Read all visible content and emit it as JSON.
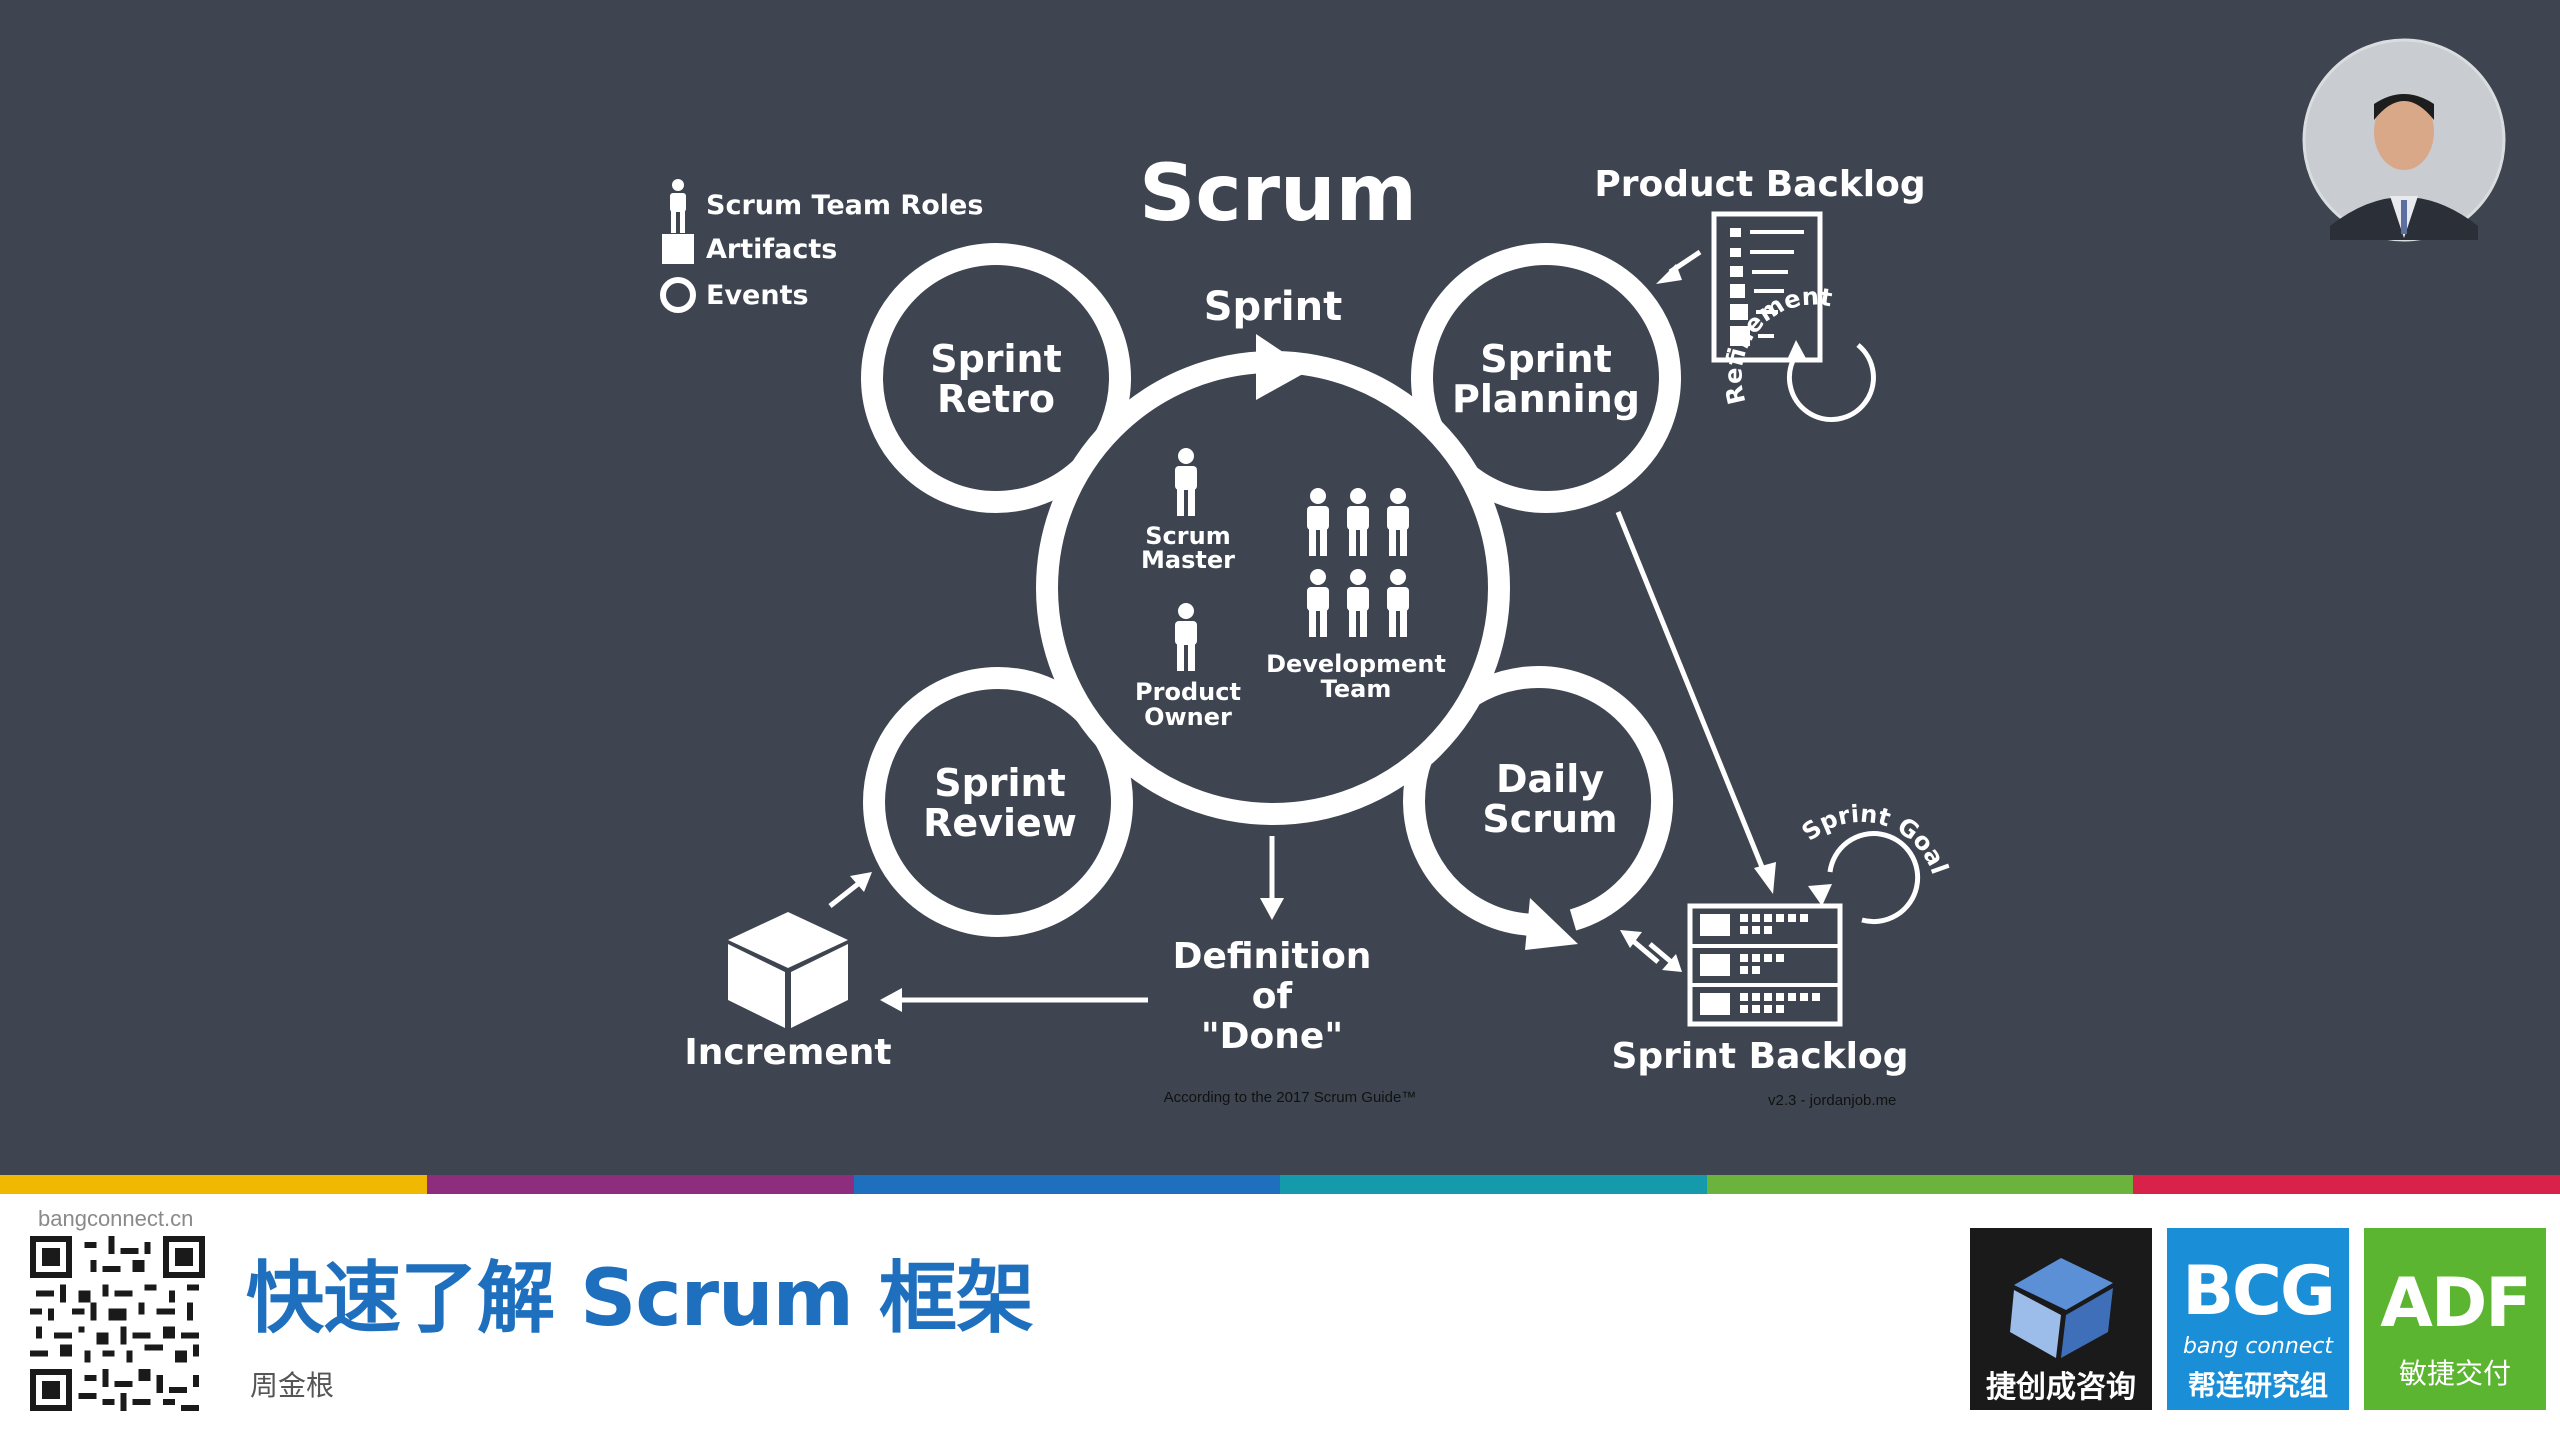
{
  "diagram": {
    "title": "Scrum",
    "legend": [
      "Scrum Team Roles",
      "Artifacts",
      "Events"
    ],
    "sprint_label": "Sprint",
    "events": {
      "retro": [
        "Sprint",
        "Retro"
      ],
      "planning": [
        "Sprint",
        "Planning"
      ],
      "review": [
        "Sprint",
        "Review"
      ],
      "daily": [
        "Daily",
        "Scrum"
      ]
    },
    "roles": {
      "scrum_master": [
        "Scrum",
        "Master"
      ],
      "product_owner": [
        "Product",
        "Owner"
      ],
      "dev_team": [
        "Development",
        "Team"
      ]
    },
    "product_backlog": "Product Backlog",
    "refinement": "Refinement",
    "sprint_goal": "Sprint Goal",
    "sprint_backlog": "Sprint Backlog",
    "definition_of_done": [
      "Definition",
      "of",
      "\"Done\""
    ],
    "increment": "Increment",
    "guide_note": "According to the 2017 Scrum Guide™",
    "version_note": "v2.3 -  jordanjob.me"
  },
  "colors": {
    "slide_bg": "#3e4550",
    "strip": [
      "#f0b800",
      "#8e2c7e",
      "#1e6fbd",
      "#149aaa",
      "#6bb33c",
      "#d9224a"
    ],
    "title_blue": "#1e6fbd",
    "logo_jcc": "#1a1a1a",
    "logo_bcg": "#1a8ed6",
    "logo_adf": "#5cb531"
  },
  "footer": {
    "site": "bangconnect.cn",
    "title": "快速了解 Scrum 框架",
    "author": "周金根",
    "logos": {
      "jcc_caption": "捷创成咨询",
      "bcg_main": "BCG",
      "bcg_sub": "bang connect",
      "bcg_caption": "帮连研究组",
      "adf_main": "ADF",
      "adf_caption": "敏捷交付"
    }
  }
}
